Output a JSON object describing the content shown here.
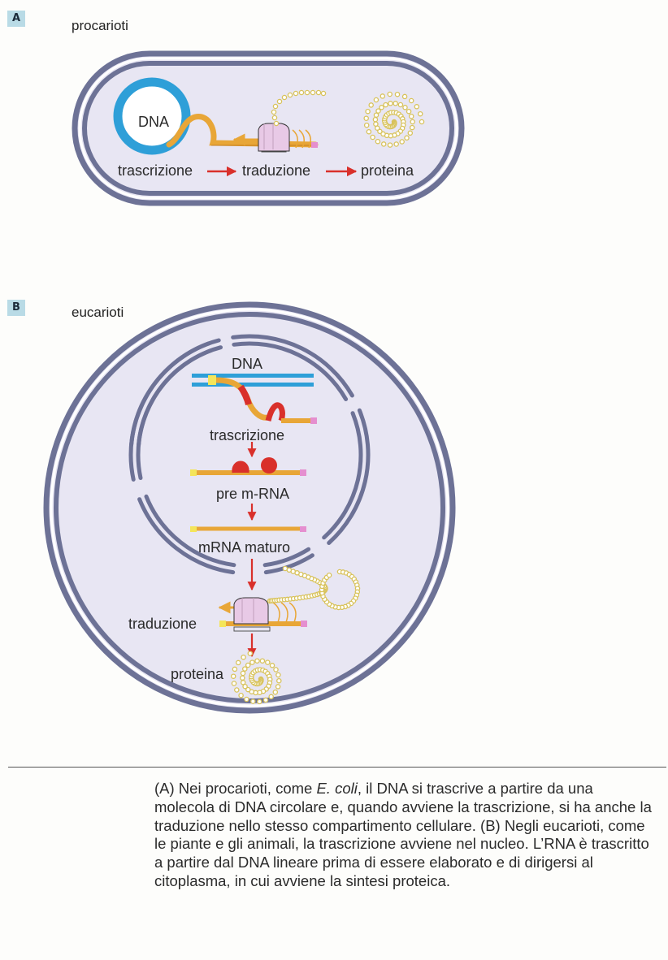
{
  "sectionA": {
    "badge": "A",
    "title": "procarioti",
    "labels": {
      "dna": "DNA",
      "trascrizione": "trascrizione",
      "traduzione": "traduzione",
      "proteina": "proteina"
    }
  },
  "sectionB": {
    "badge": "B",
    "title": "eucarioti",
    "labels": {
      "dna": "DNA",
      "trascrizione": "trascrizione",
      "pre_mrna": "pre m-RNA",
      "mrna_maturo": "mRNA maturo",
      "traduzione": "traduzione",
      "proteina": "proteina"
    }
  },
  "caption": {
    "part1": "(A) Nei procarioti, come ",
    "italic": "E. coli",
    "part2": ", il DNA si trascrive a partire da una molecola di DNA circolare e, quando avviene la trascrizione, si ha anche la traduzione nello stesso compartimento cellulare. (B) Negli eucarioti, come le piante e gli animali, la trascrizione avviene nel nucleo. L’RNA è trascritto a partire dal DNA lineare prima di essere elaborato e di dirigersi al citoplasma, in cui avviene la sintesi proteica."
  },
  "colors": {
    "cell_fill": "#e8e6f3",
    "membrane": "#6d7296",
    "dna_blue": "#2e9fd8",
    "rna_orange": "#e8a637",
    "arrow_red": "#d9302b",
    "ribosome": "#e8c9e6",
    "bead": "#d8c25a"
  }
}
